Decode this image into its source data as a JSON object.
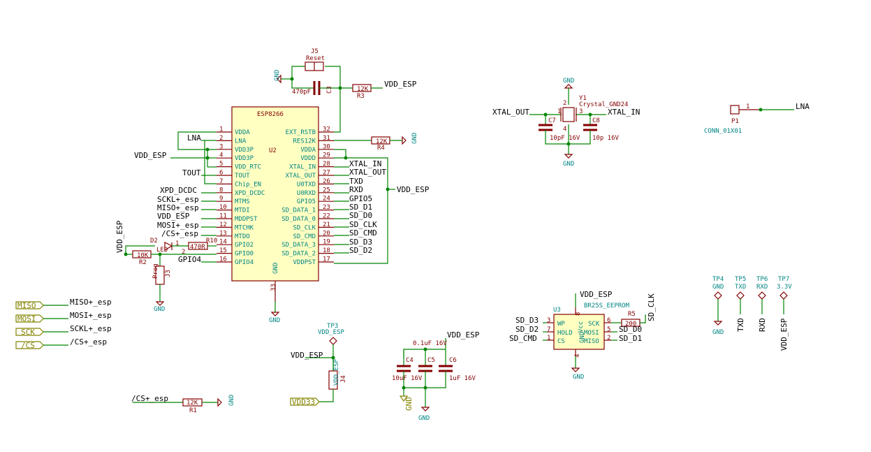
{
  "colors": {
    "wire": "#008400",
    "component": "#840000",
    "component_fill": "#ffffc2",
    "pin_text": "#008484",
    "hier_label": "#848400",
    "background": "#ffffff"
  },
  "u2": {
    "title": "ESP8266",
    "ref": "U2",
    "left_pins": [
      {
        "name": "VDDA",
        "num": "1"
      },
      {
        "name": "LNA",
        "num": "2"
      },
      {
        "name": "VDD3P",
        "num": "3"
      },
      {
        "name": "VDD3P",
        "num": "4"
      },
      {
        "name": "VDD_RTC",
        "num": "5"
      },
      {
        "name": "TOUT",
        "num": "6"
      },
      {
        "name": "Chip_EN",
        "num": "7"
      },
      {
        "name": "XPD_DCDC",
        "num": "8"
      },
      {
        "name": "MTMS",
        "num": "9"
      },
      {
        "name": "MTDI",
        "num": "10"
      },
      {
        "name": "MDDPST",
        "num": "11"
      },
      {
        "name": "MTCHK",
        "num": "12"
      },
      {
        "name": "MTDO",
        "num": "13"
      },
      {
        "name": "GPIO2",
        "num": "14"
      },
      {
        "name": "GPIO0",
        "num": "15"
      },
      {
        "name": "GPIO4",
        "num": "16"
      }
    ],
    "right_pins": [
      {
        "name": "EXT_RSTB",
        "num": "32"
      },
      {
        "name": "RES12K",
        "num": "31"
      },
      {
        "name": "VDDA",
        "num": "30"
      },
      {
        "name": "VDDD",
        "num": "29"
      },
      {
        "name": "XTAL_IN",
        "num": "28"
      },
      {
        "name": "XTAL_OUT",
        "num": "27"
      },
      {
        "name": "U0TXD",
        "num": "26"
      },
      {
        "name": "U0RXD",
        "num": "25"
      },
      {
        "name": "GPIO5",
        "num": "24"
      },
      {
        "name": "SD_DATA_1",
        "num": "23"
      },
      {
        "name": "SD_DATA_0",
        "num": "22"
      },
      {
        "name": "SD_CLK",
        "num": "21"
      },
      {
        "name": "SD_CMD",
        "num": "20"
      },
      {
        "name": "SD_DATA_3",
        "num": "19"
      },
      {
        "name": "SD_DATA_2",
        "num": "18"
      },
      {
        "name": "VDDPST",
        "num": "17"
      }
    ],
    "gnd_pin_name": "GND",
    "gnd_pin_num": "33",
    "left_nets": [
      "LNA",
      "VDD_ESP",
      "TOUT",
      "XPD_DCDC",
      "SCKL+_esp",
      "MISO+_esp",
      "VDD_ESP",
      "MOSI+_esp",
      "/CS+_esp",
      "GPIO4"
    ],
    "right_nets": [
      "XTAL_IN",
      "XTAL_OUT",
      "TXD",
      "RXD",
      "GPIO5",
      "SD_D1",
      "SD_D0",
      "SD_CLK",
      "SD_CMD",
      "SD_D3",
      "SD_D2",
      "VDD_ESP"
    ]
  },
  "reset": {
    "ref": "J5",
    "value": "Reset",
    "c3_ref": "C3",
    "c3_value": "470pF",
    "r3_ref": "R3",
    "r3_value": "12K",
    "net": "VDD_ESP",
    "gnd": "GND"
  },
  "r4": {
    "ref": "R4",
    "value": "12K",
    "gnd": "GND"
  },
  "led": {
    "vdd": "VDD_ESP",
    "r2_ref": "R2",
    "r2_value": "10K",
    "d2_ref": "D2",
    "d2_value": "LED",
    "r10_ref": "R10",
    "r10_value": "470R",
    "pin1": "1",
    "pin2": "2",
    "j3_ref": "J3",
    "j3_value": "Prog",
    "gnd": "GND"
  },
  "crystal": {
    "gnd_top": "GND",
    "ref": "Y1",
    "value": "Crystal_GND24",
    "p1": "1",
    "p2": "2",
    "p3": "3",
    "p4": "4",
    "c7_ref": "C7",
    "c7_value": "10pF 16V",
    "c8_ref": "C8",
    "c8_value": "10p 16V",
    "xout": "XTAL_OUT",
    "xin": "XTAL_IN",
    "gnd_bottom": "GND"
  },
  "antenna": {
    "ref": "P1",
    "value": "CONN_01X01",
    "pin": "1",
    "net": "LNA"
  },
  "hier": [
    "MISO",
    "MOSI",
    "SCK",
    "/CS"
  ],
  "hier_nets": [
    "MISO+_esp",
    "MOSI+_esp",
    "SCKL+_esp",
    "/CS+_esp"
  ],
  "r1": {
    "net": "/CS+_esp",
    "value": "12K",
    "ref": "R1",
    "gnd": "GND"
  },
  "tp3": {
    "ref": "TP3",
    "value": "VDD_ESP",
    "net": "VDD_ESP",
    "j4_ref": "J4",
    "j4_value": "VDD_ESP",
    "in_label": "VDD33"
  },
  "decoupling": {
    "c4_ref": "C4",
    "c4_value": "10uF 16V",
    "c5_ref": "C5",
    "c5_value": "0.1uF 16V",
    "c6_ref": "C6",
    "c6_value": "1uF 16V",
    "net": "VDD_ESP",
    "gnd_left": "GND",
    "gnd": "GND"
  },
  "eeprom": {
    "vdd": "VDD_ESP",
    "ref": "U3",
    "value": "BR25S_EEPROM",
    "pin8": "8",
    "pin4": "4",
    "gnd": "GND",
    "left_pins": [
      {
        "name": "WP",
        "num": "3",
        "net": "SD_D3"
      },
      {
        "name": "HOLD",
        "num": "7",
        "net": "SD_D2"
      },
      {
        "name": "CS",
        "num": "1",
        "net": "SD_CMD"
      }
    ],
    "right_pins": [
      {
        "name": "SCK",
        "num": "6"
      },
      {
        "name": "MOSI",
        "num": "5",
        "net": "SD_D0"
      },
      {
        "name": "MISO",
        "num": "2",
        "net": "SD_D1"
      }
    ],
    "vcc": "Vcc",
    "gndpin": "GND",
    "r5_ref": "R5",
    "r5_value": "200",
    "clk_net": "SD_CLK"
  },
  "testpoints": [
    {
      "ref": "TP4",
      "value": "GND",
      "net": "GND"
    },
    {
      "ref": "TP5",
      "value": "TXD",
      "net": "TXD"
    },
    {
      "ref": "TP6",
      "value": "RXD",
      "net": "RXD"
    },
    {
      "ref": "TP7",
      "value": "3.3V",
      "net": "VDD_ESP"
    }
  ]
}
